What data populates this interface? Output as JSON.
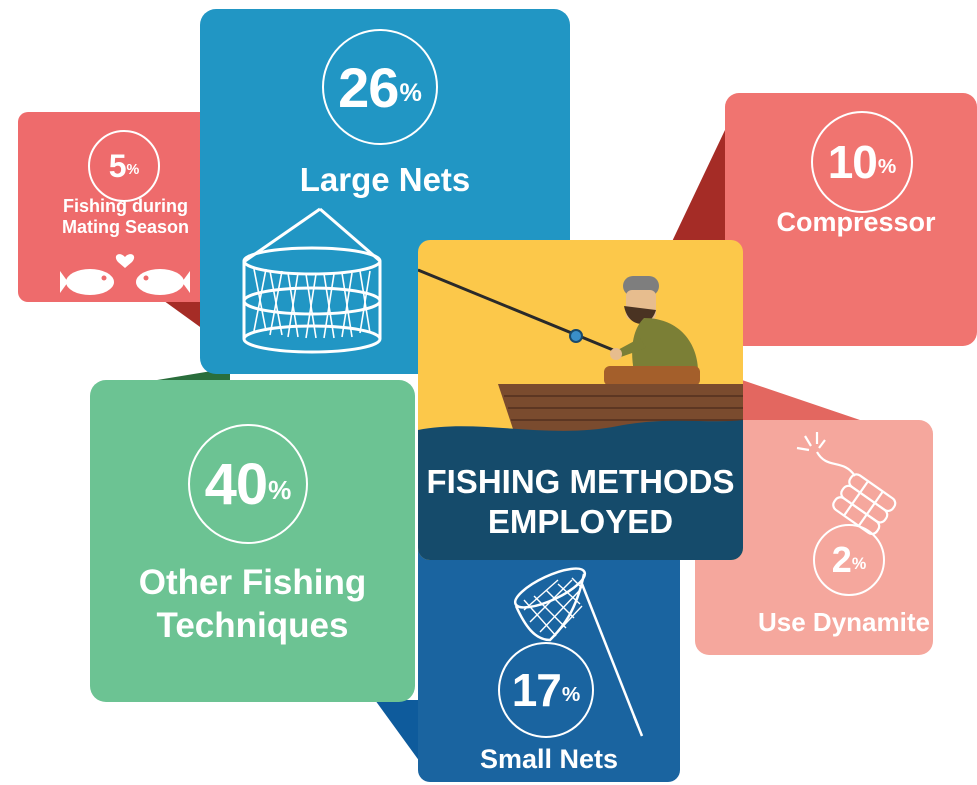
{
  "categories": [
    {
      "id": "mating",
      "percent": "5",
      "unit": "%",
      "label_line1": "Fishing during",
      "label_line2": "Mating Season",
      "color": "#ee6b6c",
      "value": 5
    },
    {
      "id": "large-nets",
      "percent": "26",
      "unit": "%",
      "label": "Large Nets",
      "color": "#2196c4",
      "value": 26
    },
    {
      "id": "compressor",
      "percent": "10",
      "unit": "%",
      "label": "Compressor",
      "color": "#f07470",
      "value": 10
    },
    {
      "id": "other",
      "percent": "40",
      "unit": "%",
      "label_line1": "Other Fishing",
      "label_line2": "Techniques",
      "color": "#6cc393",
      "value": 40
    },
    {
      "id": "dynamite",
      "percent": "2",
      "unit": "%",
      "label": "Use Dynamite",
      "color": "#f5a79d",
      "value": 2
    },
    {
      "id": "small-nets",
      "percent": "17",
      "unit": "%",
      "label": "Small Nets",
      "color": "#1a64a0",
      "value": 17
    }
  ],
  "center": {
    "title_line1": "FISHING METHODS",
    "title_line2": "EMPLOYED",
    "sky_color": "#fcc84a",
    "water_color": "#154b6b"
  }
}
